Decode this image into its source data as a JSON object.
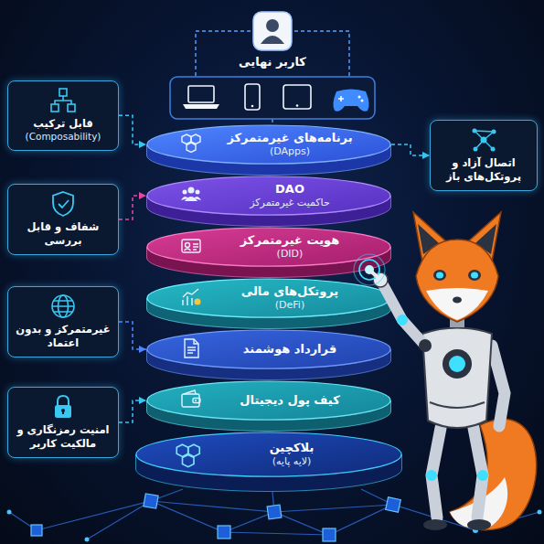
{
  "diagram": {
    "nodes": [
      {
        "text": [
          "کاربر نهایی"
        ]
      },
      {
        "text": [
          "قابل ترکیب",
          "(Composability)"
        ]
      },
      {
        "text": [
          "برنامه‌های غیرمتمرکز",
          "(DApps)"
        ]
      },
      {
        "text": [
          "اتصال آزاد و پروتکل‌های باز"
        ]
      },
      {
        "text": [
          "شفاف و قابل بررسی"
        ]
      },
      {
        "text": [
          "DAO",
          "حاکمیت غیرمتمرکز"
        ]
      },
      {
        "text": [
          "هویت غیرمتمرکز",
          "(DID)"
        ]
      },
      {
        "text": [
          "پروتکل‌های مالی",
          "(DeFi)"
        ]
      },
      {
        "text": [
          "غیرمتمرکز و بدون اعتماد"
        ]
      },
      {
        "text": [
          "قرارداد هوشمند"
        ]
      },
      {
        "text": [
          "کیف پول دیجیتال"
        ]
      },
      {
        "text": [
          "امنیت رمزنگاری و مالکیت کاربر"
        ]
      },
      {
        "text": [
          "بلاکچین",
          "(لایه پایه)"
        ]
      }
    ],
    "edges": [
      {
        "from": 1,
        "to": 2,
        "arrow": "to"
      },
      {
        "from": 2,
        "to": 3,
        "arrow": "to"
      },
      {
        "from": 4,
        "to": 5,
        "arrow": "to"
      },
      {
        "from": 8,
        "to": 9,
        "arrow": "to"
      },
      {
        "from": 11,
        "to": 10,
        "arrow": "to"
      }
    ]
  }
}
